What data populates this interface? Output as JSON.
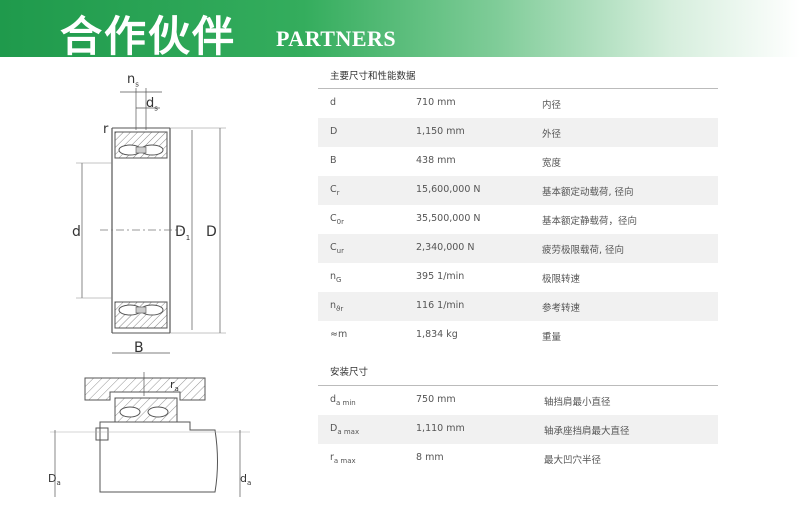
{
  "header": {
    "title_cn": "合作伙伴",
    "title_en": "PARTNERS"
  },
  "drawing_labels": {
    "ns": "n",
    "ns_sub": "s",
    "ds": "d",
    "ds_sub": "s",
    "r": "r",
    "d": "d",
    "d1": "D",
    "d1_sub": "1",
    "D": "D",
    "B": "B",
    "ra": "r",
    "ra_sub": "a",
    "Da": "D",
    "Da_sub": "a",
    "da": "d",
    "da_sub": "a"
  },
  "main": {
    "title": "主要尺寸和性能数据",
    "rows": [
      {
        "sym": "d",
        "sub": "",
        "value": "710 mm",
        "desc": "内径"
      },
      {
        "sym": "D",
        "sub": "",
        "value": "1,150 mm",
        "desc": "外径"
      },
      {
        "sym": "B",
        "sub": "",
        "value": "438 mm",
        "desc": "宽度"
      },
      {
        "sym": "C",
        "sub": "r",
        "value": "15,600,000 N",
        "desc": "基本额定动载荷, 径向"
      },
      {
        "sym": "C",
        "sub": "0r",
        "value": "35,500,000 N",
        "desc": "基本额定静载荷，径向"
      },
      {
        "sym": "C",
        "sub": "ur",
        "value": "2,340,000 N",
        "desc": "疲劳极限载荷, 径向"
      },
      {
        "sym": "n",
        "sub": "G",
        "value": "395 1/min",
        "desc": "极限转速"
      },
      {
        "sym": "n",
        "sub": "ϑr",
        "value": "116 1/min",
        "desc": "参考转速"
      },
      {
        "sym": "≈m",
        "sub": "",
        "value": "1,834 kg",
        "desc": "重量"
      }
    ]
  },
  "mount": {
    "title": "安装尺寸",
    "rows": [
      {
        "sym": "d",
        "sub": "a min",
        "value": "750 mm",
        "desc": "轴挡肩最小直径"
      },
      {
        "sym": "D",
        "sub": "a max",
        "value": "1,110 mm",
        "desc": "轴承座挡肩最大直径"
      },
      {
        "sym": "r",
        "sub": "a max",
        "value": "8 mm",
        "desc": "最大凹穴半径"
      }
    ]
  }
}
